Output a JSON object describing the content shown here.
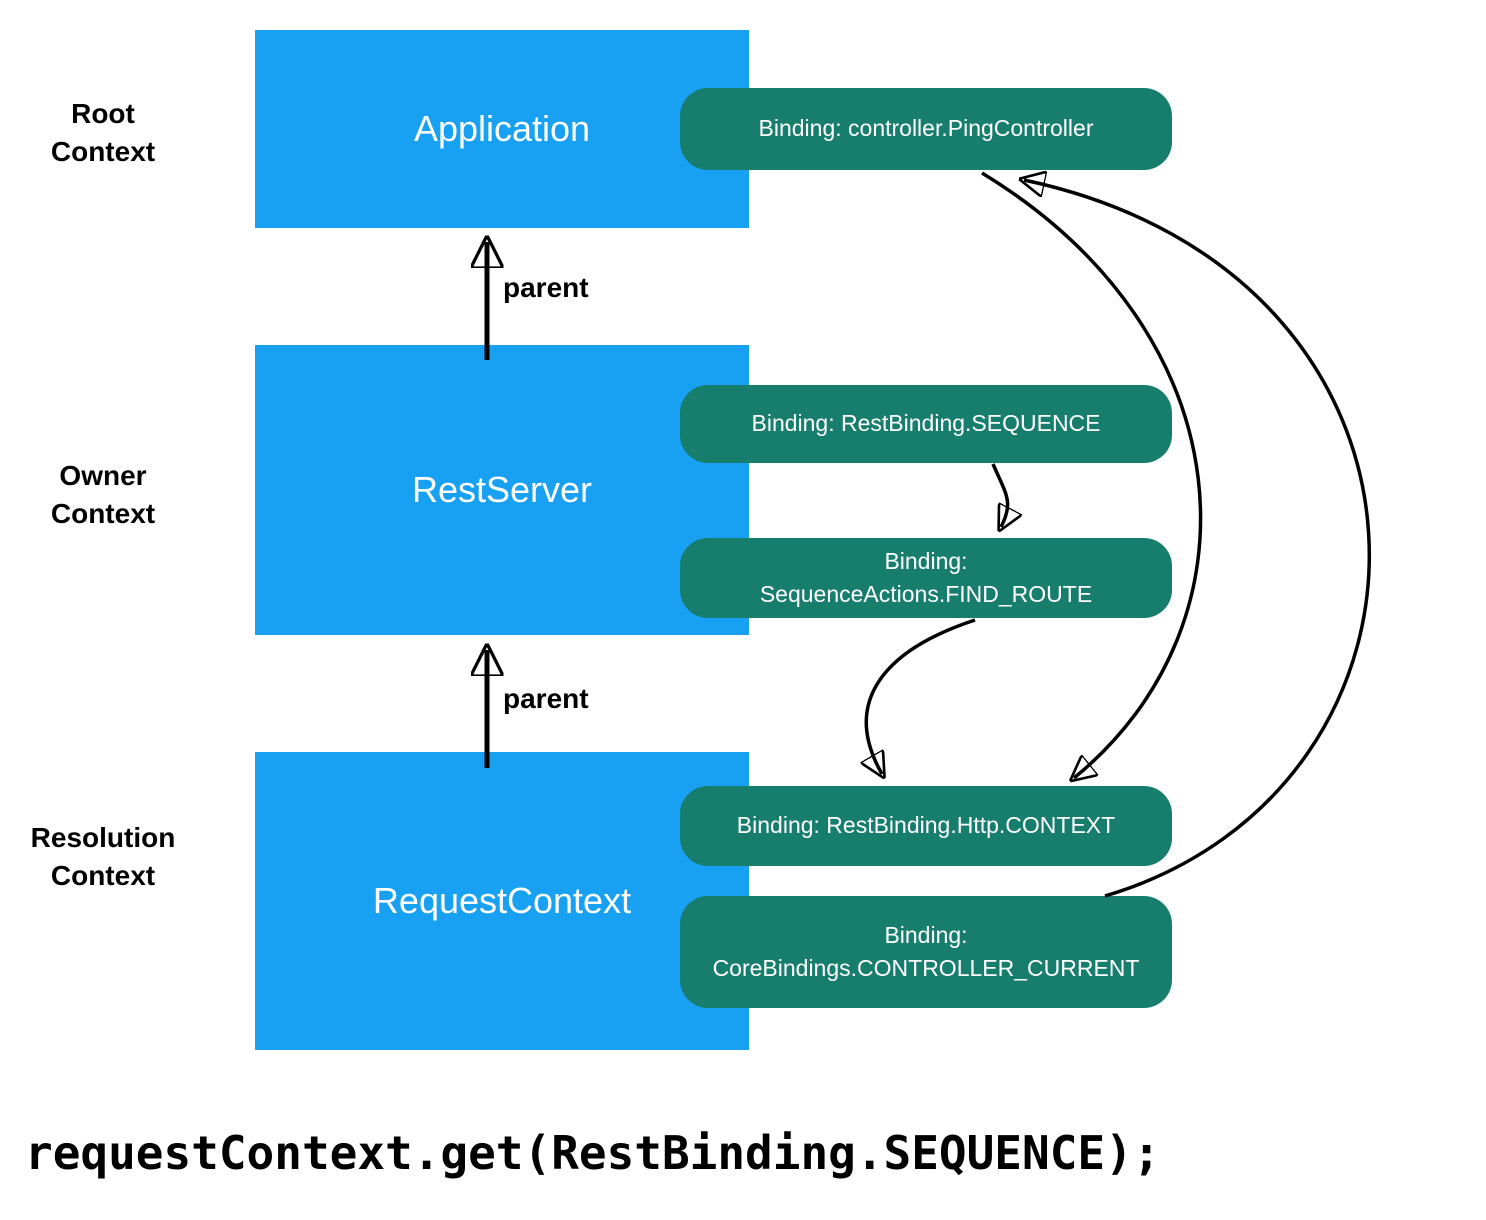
{
  "diagram": {
    "colors": {
      "box_blue": "#18a0f2",
      "pill_teal": "#177e6e",
      "arrow": "#000000"
    },
    "context_labels": [
      {
        "text": "Root\nContext"
      },
      {
        "text": "Owner\nContext"
      },
      {
        "text": "Resolution\nContext"
      }
    ],
    "boxes": [
      {
        "label": "Application"
      },
      {
        "label": "RestServer"
      },
      {
        "label": "RequestContext"
      }
    ],
    "bindings": [
      {
        "label": "Binding: controller.PingController"
      },
      {
        "label": "Binding: RestBinding.SEQUENCE"
      },
      {
        "label": "Binding: SequenceActions.FIND_ROUTE"
      },
      {
        "label": "Binding: RestBinding.Http.CONTEXT"
      },
      {
        "label": "Binding: CoreBindings.CONTROLLER_CURRENT"
      }
    ],
    "parent_labels": [
      {
        "text": "parent"
      },
      {
        "text": "parent"
      }
    ]
  },
  "code_line": "requestContext.get(RestBinding.SEQUENCE);"
}
